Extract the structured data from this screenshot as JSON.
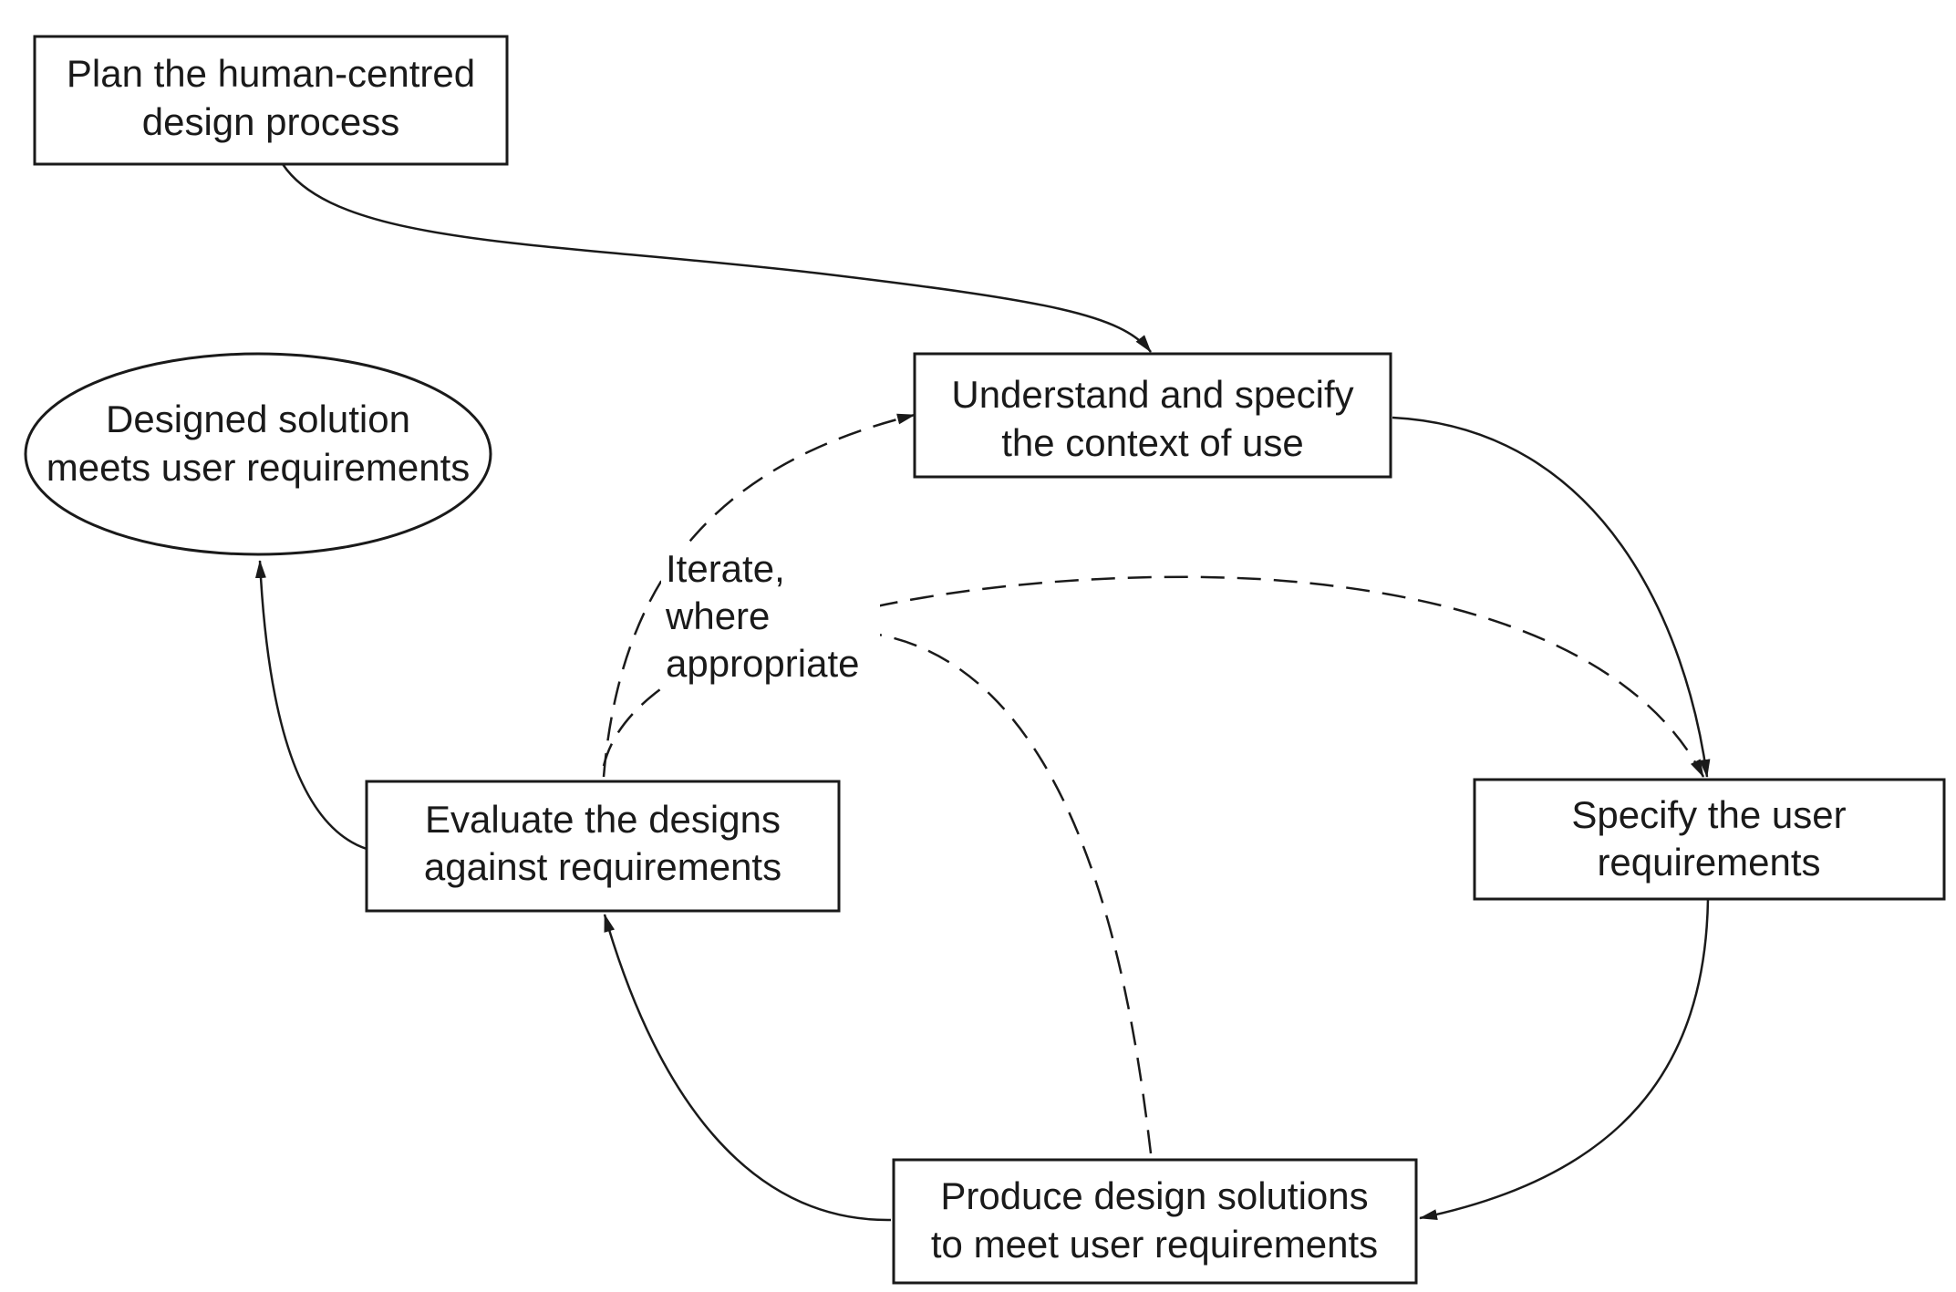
{
  "nodes": {
    "plan": {
      "line1": "Plan the human-centred",
      "line2": "design process",
      "shape": "rectangle"
    },
    "context": {
      "line1": "Understand and specify",
      "line2": "the context of use",
      "shape": "rectangle"
    },
    "requirements": {
      "line1": "Specify the user",
      "line2": "requirements",
      "shape": "rectangle"
    },
    "produce": {
      "line1": "Produce design solutions",
      "line2": "to meet user requirements",
      "shape": "rectangle"
    },
    "evaluate": {
      "line1": "Evaluate the designs",
      "line2": "against requirements",
      "shape": "rectangle"
    },
    "solution": {
      "line1": "Designed solution",
      "line2": "meets user requirements",
      "shape": "ellipse"
    }
  },
  "iterate_note": {
    "line1": "Iterate,",
    "line2": "where",
    "line3": "appropriate"
  },
  "edges": [
    {
      "from": "plan",
      "to": "context",
      "style": "solid"
    },
    {
      "from": "context",
      "to": "requirements",
      "style": "solid"
    },
    {
      "from": "requirements",
      "to": "produce",
      "style": "solid"
    },
    {
      "from": "produce",
      "to": "evaluate",
      "style": "solid"
    },
    {
      "from": "evaluate",
      "to": "solution",
      "style": "solid"
    },
    {
      "from": "evaluate",
      "to": "context",
      "style": "dashed"
    },
    {
      "from": "evaluate",
      "to": "requirements",
      "style": "dashed"
    },
    {
      "from": "produce",
      "to": "iterate_note",
      "style": "dashed"
    }
  ],
  "colors": {
    "stroke": "#1a1a1a",
    "background": "#ffffff"
  }
}
